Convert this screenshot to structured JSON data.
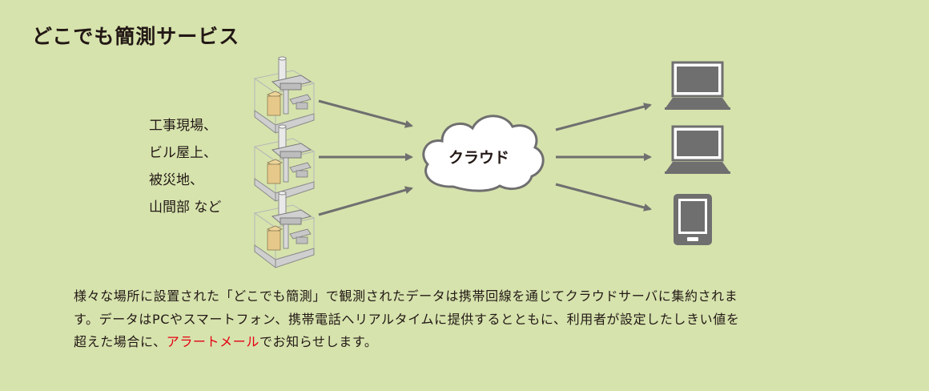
{
  "title": "どこでも簡測サービス",
  "places": [
    "工事現場、",
    "ビル屋上、",
    "被災地、",
    "山間部 など"
  ],
  "cloud_label": "クラウド",
  "description": {
    "line1": "様々な場所に設置された「どこでも簡測」で観測されたデータは携帯回線を通じてクラウドサーバに集約されま",
    "line2": "す。データはPCやスマートフォン、携帯電話へリアルタイムに提供するとともに、利用者が設定したしきい値を",
    "line3_before": "超えた場合に、",
    "line3_highlight": "アラートメール",
    "line3_after": "でお知らせします。"
  },
  "colors": {
    "background": "#d6e3ad",
    "arrow": "#6f6f6f",
    "device": "#6f6f6f",
    "highlight": "#e60012"
  },
  "icons": [
    "measuring-device-icon",
    "cloud-icon",
    "laptop-icon",
    "tablet-icon"
  ]
}
